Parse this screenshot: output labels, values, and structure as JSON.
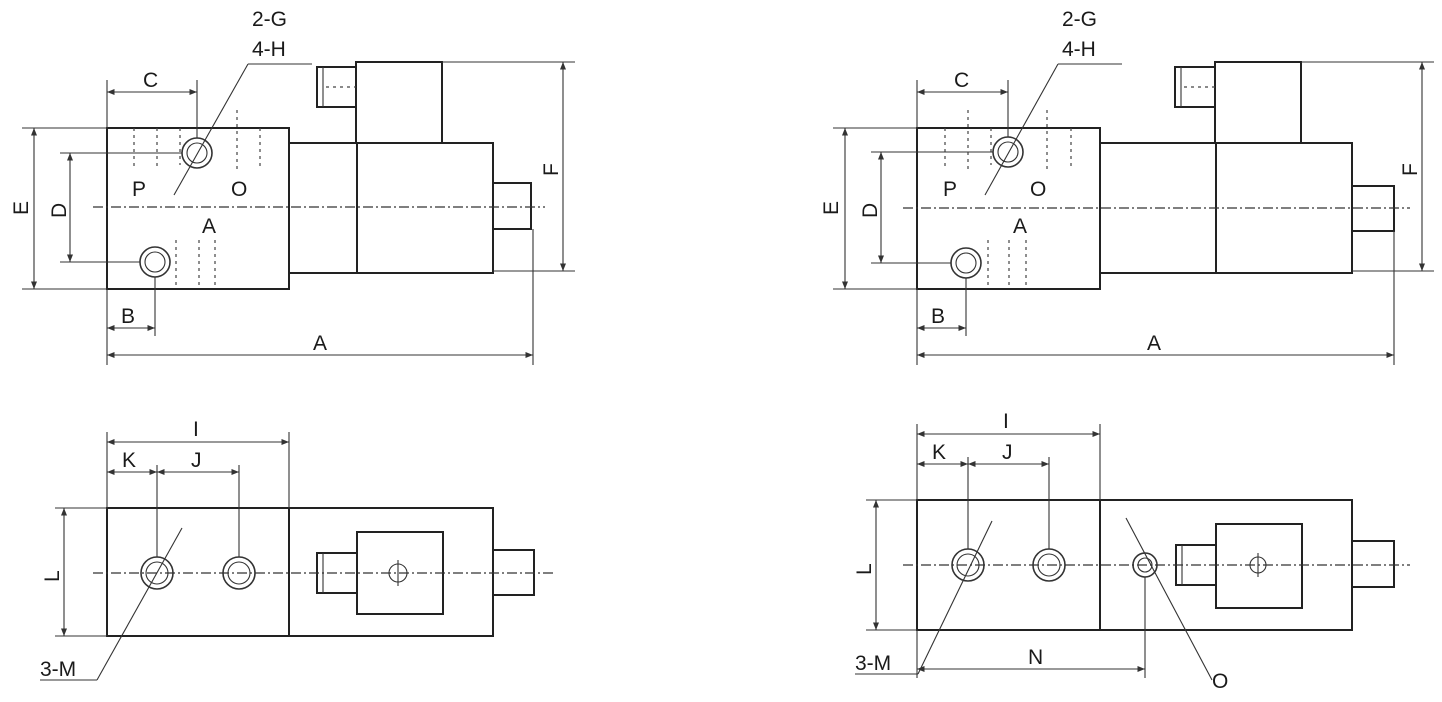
{
  "labels": {
    "g": "2-G",
    "h": "4-H",
    "a": "A",
    "b": "B",
    "c": "C",
    "d": "D",
    "e": "E",
    "f": "F",
    "i": "I",
    "j": "J",
    "k": "K",
    "l": "L",
    "m": "3-M",
    "n": "N",
    "o_circle": "O",
    "port_p": "P",
    "port_o": "O",
    "port_a": "A"
  }
}
